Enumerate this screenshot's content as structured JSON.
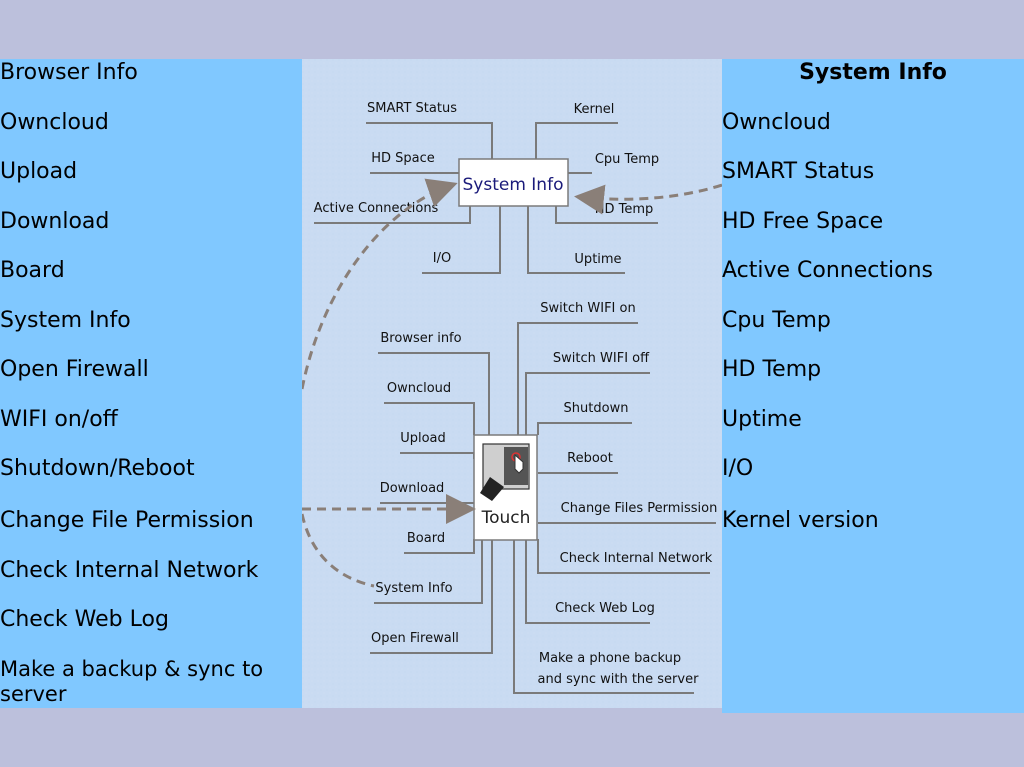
{
  "left_menu": {
    "items": [
      "Browser Info",
      "Owncloud",
      "Upload",
      "Download",
      "Board",
      "System Info",
      "Open Firewall",
      "WIFI on/off",
      "Shutdown/Reboot",
      "Change File Permission",
      "Check Internal Network",
      "Check Web Log",
      "Make a backup & sync to server"
    ]
  },
  "right_menu": {
    "title": "System Info",
    "items": [
      "Owncloud",
      "SMART Status",
      "HD Free Space",
      "Active Connections",
      "Cpu Temp",
      "HD Temp",
      "Uptime",
      "I/O",
      "Kernel version"
    ]
  },
  "diagram": {
    "sysinfo_node": "System Info",
    "sysinfo_left": [
      "SMART Status",
      "HD Space",
      "Active Connections",
      "I/O"
    ],
    "sysinfo_right": [
      "Kernel",
      "Cpu Temp",
      "HD Temp",
      "Uptime"
    ],
    "touch_node": "Touch",
    "touch_left": [
      "Browser info",
      "Owncloud",
      "Upload",
      "Download",
      "Board",
      "System Info",
      "Open Firewall"
    ],
    "touch_right": [
      "Switch WIFI on",
      "Switch WIFI off",
      "Shutdown",
      "Reboot",
      "Change Files Permission",
      "Check Internal Network",
      "Check Web Log"
    ],
    "touch_right_last_line1": "Make a phone backup",
    "touch_right_last_line2": "and sync with the server"
  },
  "colors": {
    "background": "#bcc0dc",
    "panel": "#80c8ff",
    "diagram_bg": "#c9dbf2",
    "line": "#7a7a7a",
    "arrow": "#8a7f78",
    "node_text": "#1a1a7a"
  }
}
